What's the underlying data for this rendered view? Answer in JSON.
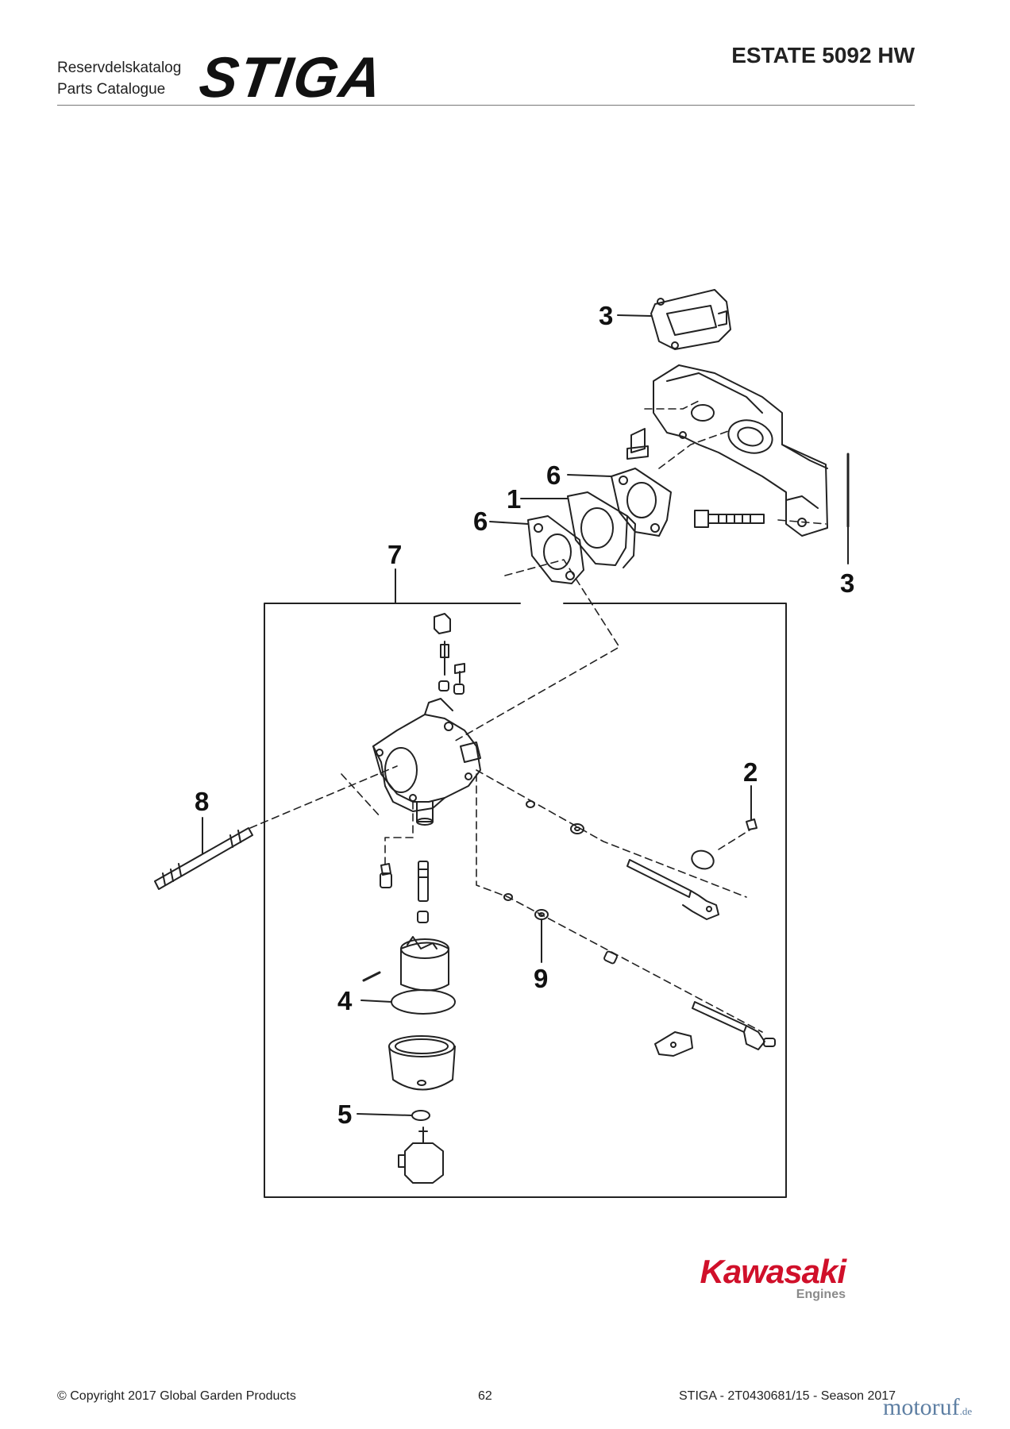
{
  "header": {
    "catalog_sv": "Reservdelskatalog",
    "catalog_en": "Parts Catalogue",
    "brand": "STIGA",
    "model": "ESTATE 5092 HW"
  },
  "diagram": {
    "callouts": {
      "c3_top": "3",
      "c6_right": "6",
      "c1": "1",
      "c6_left": "6",
      "c3_right": "3",
      "c7": "7",
      "c2": "2",
      "c8": "8",
      "c4": "4",
      "c9": "9",
      "c5": "5"
    }
  },
  "engine_logo": {
    "name": "Kawasaki",
    "sub": "Engines",
    "color": "#d0102a"
  },
  "footer": {
    "copyright": "© Copyright 2017 Global Garden Products",
    "page": "62",
    "doc": "STIGA - 2T0430681/15 - Season 2017"
  },
  "watermark": {
    "name": "motoruf",
    "suffix": ".de"
  }
}
